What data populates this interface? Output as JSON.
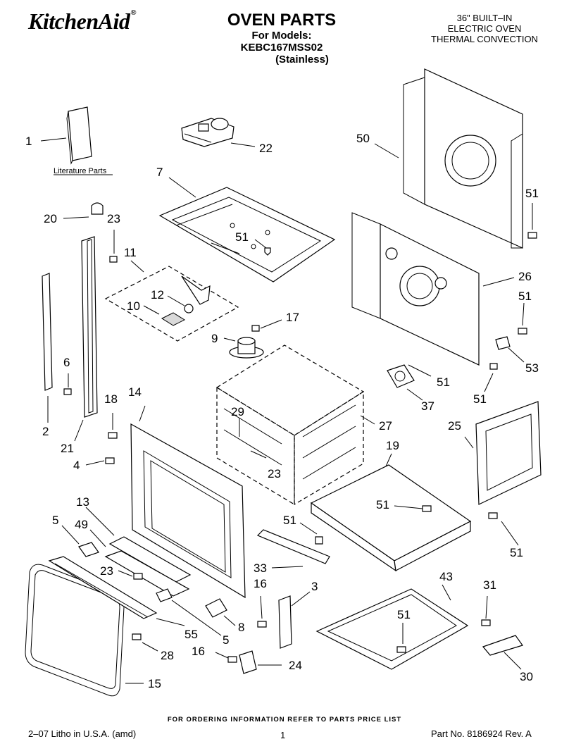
{
  "header": {
    "brand": "KitchenAid",
    "brand_mark": "®",
    "title": "OVEN PARTS",
    "models_line": "For Models: KEBC167MSS02",
    "variant": "(Stainless)",
    "product_line1": "36\" BUILT–IN",
    "product_line2": "ELECTRIC OVEN",
    "product_line3": "THERMAL CONVECTION"
  },
  "diagram": {
    "literature_label": "Literature Parts",
    "callouts": [
      "1",
      "22",
      "7",
      "50",
      "51",
      "20",
      "23",
      "11",
      "51",
      "26",
      "12",
      "10",
      "51",
      "17",
      "9",
      "6",
      "53",
      "51",
      "37",
      "51",
      "18",
      "14",
      "29",
      "27",
      "2",
      "21",
      "25",
      "4",
      "23",
      "19",
      "13",
      "5",
      "49",
      "51",
      "51",
      "51",
      "23",
      "33",
      "16",
      "3",
      "43",
      "31",
      "8",
      "55",
      "5",
      "51",
      "28",
      "16",
      "24",
      "15",
      "30"
    ]
  },
  "footer": {
    "note": "FOR ORDERING INFORMATION REFER TO PARTS PRICE LIST",
    "litho": "2–07 Litho in U.S.A. (amd)",
    "page": "1",
    "part_no": "Part No. 8186924 Rev. A"
  }
}
